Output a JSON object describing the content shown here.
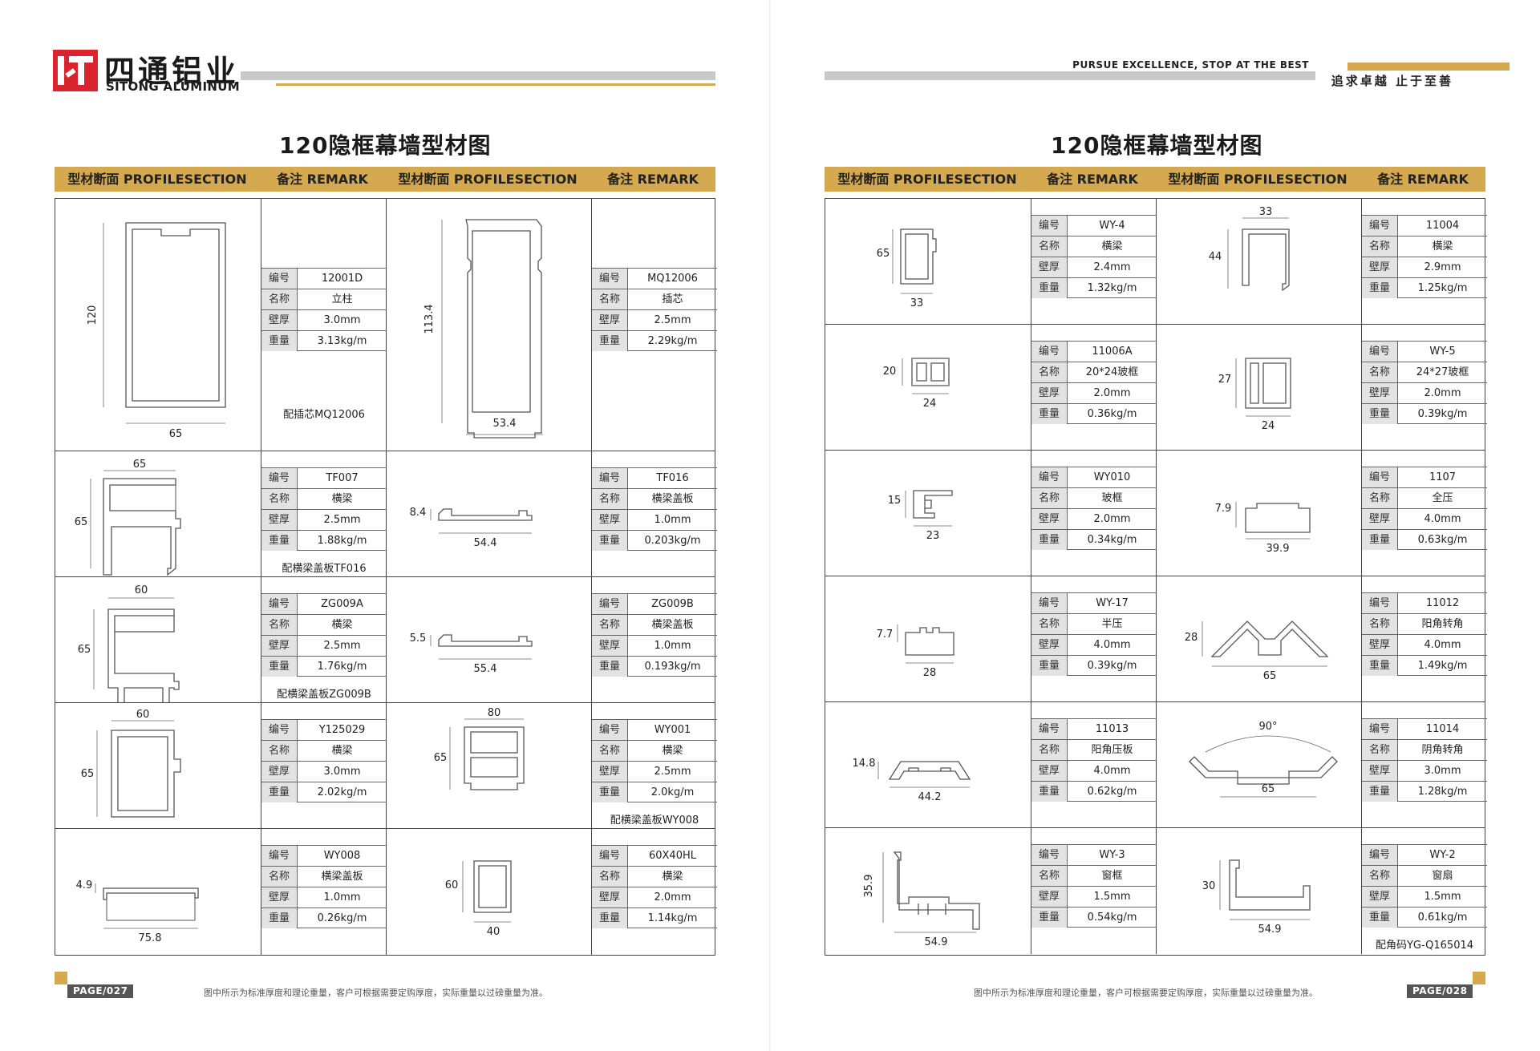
{
  "brand": {
    "name_cn": "四通铝业",
    "name_en": "SITONG ALUMINUM"
  },
  "slogan": {
    "en": "PURSUE EXCELLENCE, STOP AT THE BEST",
    "cn": "追求卓越  止于至善"
  },
  "colors": {
    "accent": "#d4a94f",
    "logo_red": "#d9232d",
    "grey_bar": "#c9c9c9"
  },
  "header_cols": [
    "型材断面 PROFILESECTION",
    "备注 REMARK",
    "型材断面 PROFILESECTION",
    "备注 REMARK"
  ],
  "spec_labels": [
    "编号",
    "名称",
    "壁厚",
    "重量"
  ],
  "footer_note": "图中所示为标准厚度和理论重量，客户可根据需要定购厚度，实际重量以过磅重量为准。",
  "pages": [
    {
      "title": "120隐框幕墙型材图",
      "page_label": "PAGE/027",
      "rows": [
        [
          {
            "code": "12001D",
            "name": "立柱",
            "wall": "3.0mm",
            "weight": "3.13kg/m",
            "note": "配插芯MQ12006",
            "dims": [
              "120",
              "65"
            ]
          },
          {
            "code": "MQ12006",
            "name": "插芯",
            "wall": "2.5mm",
            "weight": "2.29kg/m",
            "note": "",
            "dims": [
              "113.4",
              "53.4"
            ]
          }
        ],
        [
          {
            "code": "TF007",
            "name": "横梁",
            "wall": "2.5mm",
            "weight": "1.88kg/m",
            "note": "配横梁盖板TF016",
            "dims": [
              "65",
              "65"
            ]
          },
          {
            "code": "TF016",
            "name": "横梁盖板",
            "wall": "1.0mm",
            "weight": "0.203kg/m",
            "note": "",
            "dims": [
              "8.4",
              "54.4"
            ]
          }
        ],
        [
          {
            "code": "ZG009A",
            "name": "横梁",
            "wall": "2.5mm",
            "weight": "1.76kg/m",
            "note": "配横梁盖板ZG009B",
            "dims": [
              "60",
              "65"
            ]
          },
          {
            "code": "ZG009B",
            "name": "横梁盖板",
            "wall": "1.0mm",
            "weight": "0.193kg/m",
            "note": "",
            "dims": [
              "5.5",
              "55.4"
            ]
          }
        ],
        [
          {
            "code": "Y125029",
            "name": "横梁",
            "wall": "3.0mm",
            "weight": "2.02kg/m",
            "note": "",
            "dims": [
              "60",
              "65"
            ]
          },
          {
            "code": "WY001",
            "name": "横梁",
            "wall": "2.5mm",
            "weight": "2.0kg/m",
            "note": "配横梁盖板WY008",
            "dims": [
              "80",
              "65"
            ]
          }
        ],
        [
          {
            "code": "WY008",
            "name": "横梁盖板",
            "wall": "1.0mm",
            "weight": "0.26kg/m",
            "note": "",
            "dims": [
              "4.9",
              "75.8"
            ]
          },
          {
            "code": "60X40HL",
            "name": "横梁",
            "wall": "2.0mm",
            "weight": "1.14kg/m",
            "note": "",
            "dims": [
              "60",
              "40"
            ]
          }
        ]
      ]
    },
    {
      "title": "120隐框幕墙型材图",
      "page_label": "PAGE/028",
      "rows": [
        [
          {
            "code": "WY-4",
            "name": "横梁",
            "wall": "2.4mm",
            "weight": "1.32kg/m",
            "note": "",
            "dims": [
              "65",
              "33"
            ]
          },
          {
            "code": "11004",
            "name": "横梁",
            "wall": "2.9mm",
            "weight": "1.25kg/m",
            "note": "",
            "dims": [
              "33",
              "44"
            ]
          }
        ],
        [
          {
            "code": "11006A",
            "name": "20*24玻框",
            "wall": "2.0mm",
            "weight": "0.36kg/m",
            "note": "",
            "dims": [
              "20",
              "24"
            ]
          },
          {
            "code": "WY-5",
            "name": "24*27玻框",
            "wall": "2.0mm",
            "weight": "0.39kg/m",
            "note": "",
            "dims": [
              "27",
              "24"
            ]
          }
        ],
        [
          {
            "code": "WY010",
            "name": "玻框",
            "wall": "2.0mm",
            "weight": "0.34kg/m",
            "note": "",
            "dims": [
              "15",
              "23"
            ]
          },
          {
            "code": "1107",
            "name": "全压",
            "wall": "4.0mm",
            "weight": "0.63kg/m",
            "note": "",
            "dims": [
              "7.9",
              "39.9"
            ]
          }
        ],
        [
          {
            "code": "WY-17",
            "name": "半压",
            "wall": "4.0mm",
            "weight": "0.39kg/m",
            "note": "",
            "dims": [
              "7.7",
              "28"
            ]
          },
          {
            "code": "11012",
            "name": "阳角转角",
            "wall": "4.0mm",
            "weight": "1.49kg/m",
            "note": "",
            "dims": [
              "28",
              "65"
            ]
          }
        ],
        [
          {
            "code": "11013",
            "name": "阳角压板",
            "wall": "4.0mm",
            "weight": "0.62kg/m",
            "note": "",
            "dims": [
              "14.8",
              "44.2"
            ]
          },
          {
            "code": "11014",
            "name": "阴角转角",
            "wall": "3.0mm",
            "weight": "1.28kg/m",
            "note": "",
            "dims": [
              "90°",
              "65"
            ]
          }
        ],
        [
          {
            "code": "WY-3",
            "name": "窗框",
            "wall": "1.5mm",
            "weight": "0.54kg/m",
            "note": "",
            "dims": [
              "35.9",
              "54.9"
            ]
          },
          {
            "code": "WY-2",
            "name": "窗扇",
            "wall": "1.5mm",
            "weight": "0.61kg/m",
            "note": "配角码YG-Q165014",
            "dims": [
              "30",
              "54.9"
            ]
          }
        ]
      ]
    }
  ]
}
